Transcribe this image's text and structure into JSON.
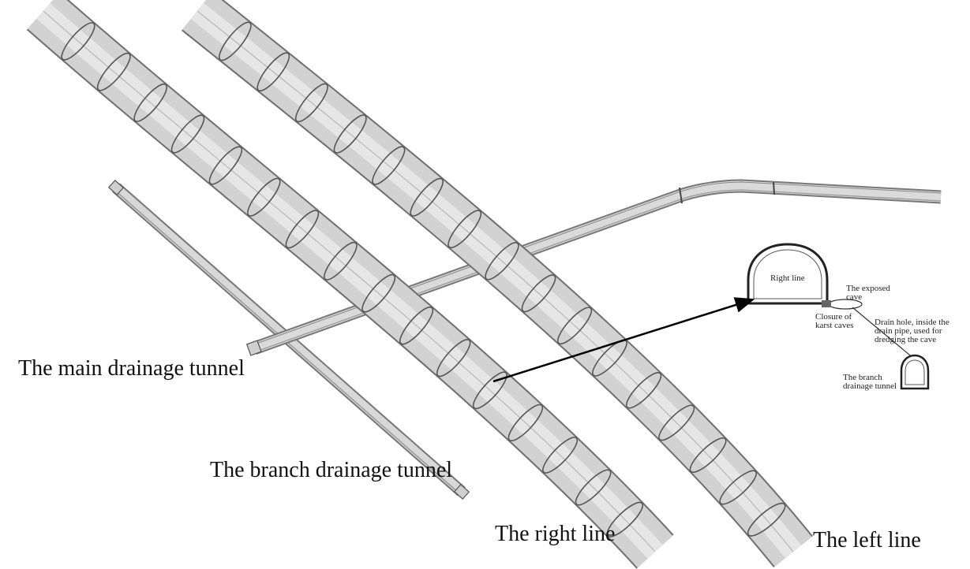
{
  "labels": {
    "main_tunnel": "The main drainage tunnel",
    "branch_tunnel": "The branch drainage tunnel",
    "right_line": "The right line",
    "left_line": "The left line"
  },
  "inset": {
    "right_line": "Right line",
    "exposed_cave": [
      "The exposed",
      "cave"
    ],
    "closure": [
      "Closure of",
      "karst caves"
    ],
    "drain_hole": [
      "Drain hole, inside the",
      "drain pipe, used for",
      "dredging the cave"
    ],
    "branch_tunnel": [
      "The branch",
      "drainage tunnel"
    ]
  },
  "colors": {
    "tube_fill": "#d9d9d9",
    "tube_edge": "#6f6f6f",
    "ring": "#555555",
    "text": "#111111"
  }
}
